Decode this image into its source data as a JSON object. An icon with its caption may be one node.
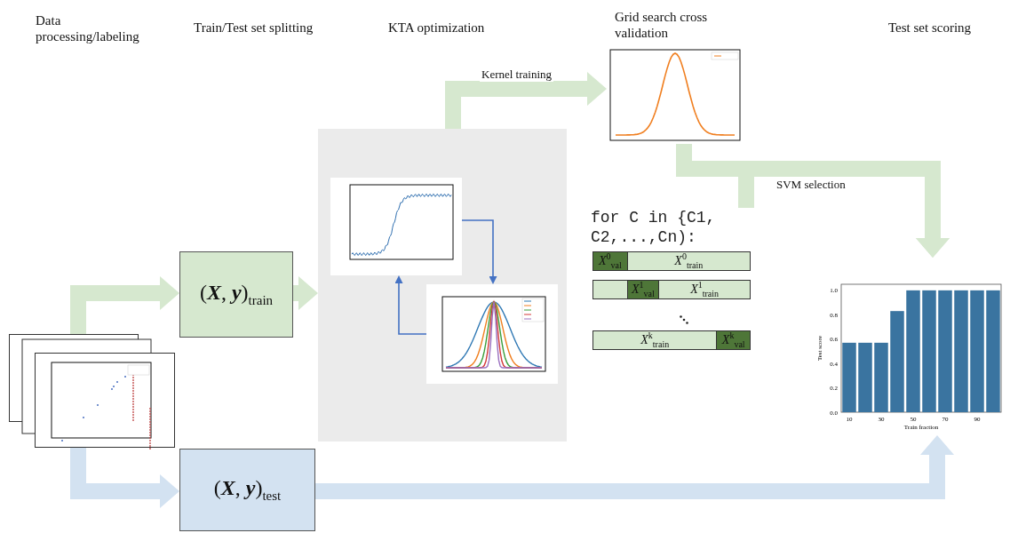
{
  "diagram": {
    "nodes": [
      {
        "text": [],
        "shape": "picture"
      },
      {
        "text": [
          "(**X**, **y**)$_{train}$"
        ]
      },
      {
        "text": [
          "(**X**, **y**)$_{test}$"
        ]
      },
      {
        "text": [],
        "shape": "box"
      },
      {
        "text": [],
        "shape": "picture",
        "in": 3
      },
      {
        "text": [],
        "shape": "picture",
        "in": 3
      },
      {
        "text": [],
        "shape": "picture"
      },
      {
        "text": [
          "for C in {C1, C2,...,Cn):"
        ]
      },
      {
        "text": [
          "*X*$^{0}$$_{val}$",
          "*X*$^{0}$$_{train}$"
        ]
      },
      {
        "text": [
          "*X*$^{1}$$_{val}$",
          "*X*$^{1}$$_{train}$"
        ]
      },
      {
        "text": [
          "*X*$^{k}$$_{train}$",
          "*X*$^{k}$$_{val}$"
        ]
      },
      {
        "text": [],
        "shape": "picture"
      }
    ],
    "edges": [
      {
        "from": 0,
        "to": 1,
        "arrow": "to"
      },
      {
        "from": 0,
        "to": 2,
        "arrow": "to",
        "color": "#d3e2f1"
      },
      {
        "from": 1,
        "to": 3,
        "arrow": "to"
      },
      {
        "from": 3,
        "to": 6,
        "arrow": "to",
        "label": "Kernel training"
      },
      {
        "from": 4,
        "to": 5,
        "arrow": "to",
        "color": "#4472c4"
      },
      {
        "from": 5,
        "to": 4,
        "arrow": "to",
        "color": "#4472c4"
      },
      {
        "from": 6,
        "to": 11,
        "arrow": "to"
      },
      {
        "from": 7,
        "to": 11,
        "arrow": "to",
        "label": "SVM selection"
      },
      {
        "from": 2,
        "to": 11,
        "arrow": "to",
        "color": "#d3e2f1"
      }
    ],
    "labels": [
      "Data processing/labeling",
      "Train/Test set splitting",
      "KTA optimization",
      "Grid search cross validation",
      "Test set scoring"
    ],
    "chart_data": {
      "type": "bar",
      "xlabel": "Train fraction",
      "ylabel": "Test score",
      "x": [
        10,
        20,
        30,
        40,
        50,
        60,
        70,
        80,
        90,
        100
      ],
      "values": [
        0.57,
        0.57,
        0.57,
        0.83,
        1,
        1,
        1,
        1,
        1,
        1
      ],
      "xlim": [
        5,
        105
      ],
      "ylim": [
        0,
        1.05
      ],
      "xticks": [
        10,
        30,
        50,
        70,
        90
      ],
      "yticks": [
        {
          "value": 0,
          "label": "0.0"
        },
        {
          "value": 0.2,
          "label": "0.2"
        },
        {
          "value": 0.4,
          "label": "0.4"
        },
        {
          "value": 0.6,
          "label": "0.6"
        },
        {
          "value": 0.8,
          "label": "0.8"
        },
        {
          "value": 1,
          "label": "1.0"
        }
      ]
    }
  }
}
